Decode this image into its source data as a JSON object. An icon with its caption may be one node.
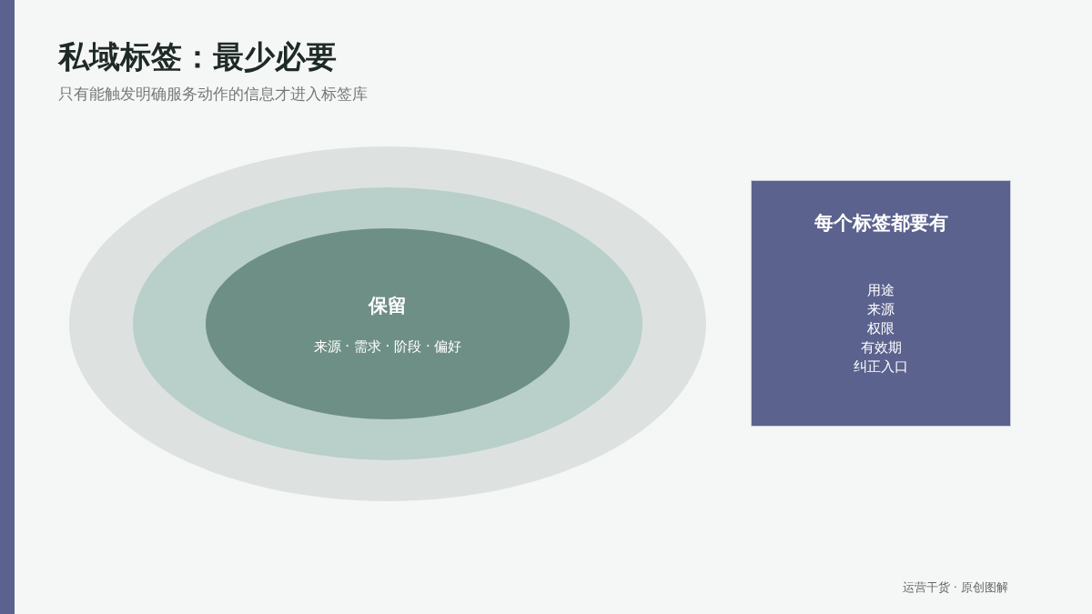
{
  "diagram": {
    "title": "私域标签：最少必要",
    "nodes": [
      {
        "text": [],
        "shape": "ellipse"
      },
      {
        "text": [],
        "shape": "ellipse",
        "in": 0
      },
      {
        "text": [
          "保留",
          "来源 · 需求 · 阶段 · 偏好"
        ],
        "in": 1
      },
      {
        "text": [
          "每个标签都要有",
          "用途",
          "来源",
          "权限",
          "有效期",
          "纠正入口"
        ]
      }
    ],
    "edges": [],
    "labels": [
      "只有能触发明确服务动作的信息才进入标签库",
      "运营干货 · 原创图解"
    ]
  }
}
